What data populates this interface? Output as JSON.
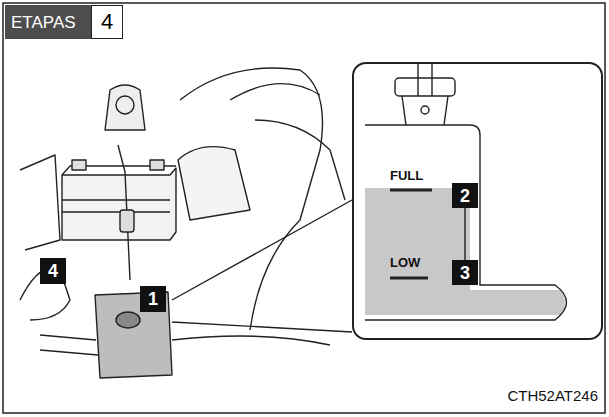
{
  "diagram": {
    "nodes": [
      {
        "text": [
          "ETAPAS"
        ]
      },
      {
        "text": [
          "4"
        ],
        "in": 0
      },
      {
        "text": [
          "1"
        ]
      },
      {
        "text": [
          "4"
        ]
      },
      {
        "text": [
          "FULL",
          "LOW"
        ]
      },
      {
        "text": [
          "2"
        ],
        "in": 4
      },
      {
        "text": [
          "3"
        ],
        "in": 4
      }
    ],
    "labels": [
      "CTH52AT246"
    ]
  }
}
